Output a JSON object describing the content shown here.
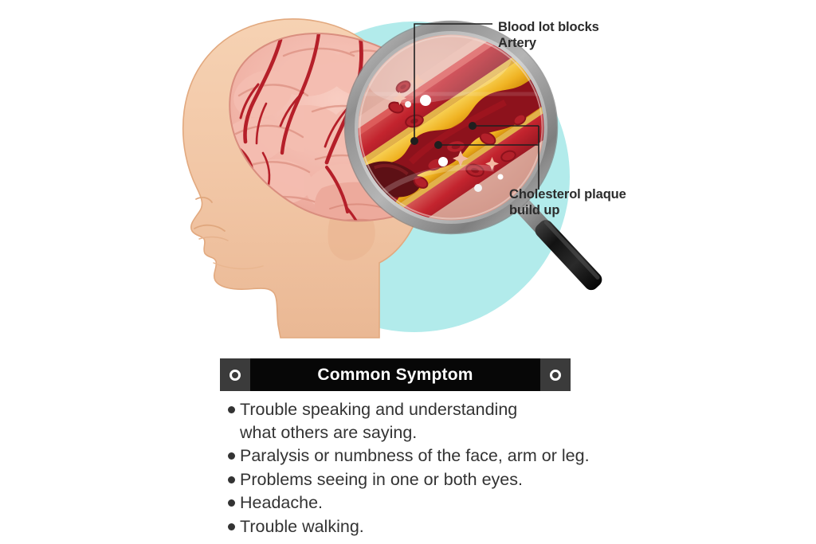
{
  "illustration": {
    "alt_name": "stroke-brain-artery-illustration",
    "background_circle_color": "#b2ebeb",
    "skin_color": "#f1c5a4",
    "brain_color": "#f0b1a4",
    "artery_color": "#b51f29",
    "plaque_color": "#f0b323",
    "clot_color": "#5d1015",
    "lens_rim_color": "#9b9b9b",
    "handle_color": "#121212"
  },
  "callouts": [
    {
      "id": "blood-clot",
      "text": "Blood lot blocks\nArtery"
    },
    {
      "id": "cholesterol-plaque",
      "text": "Cholesterol plaque\nbuild up"
    }
  ],
  "banner": {
    "title": "Common Symptom",
    "cap_color": "#3b3b3b",
    "center_color": "#070707",
    "text_color": "#ffffff"
  },
  "symptoms": {
    "items": [
      "Trouble speaking and understanding\nwhat others are saying.",
      "Paralysis or numbness of the face, arm or leg.",
      "Problems seeing in one or both eyes.",
      "Headache.",
      "Trouble walking."
    ],
    "text_color": "#333333"
  }
}
